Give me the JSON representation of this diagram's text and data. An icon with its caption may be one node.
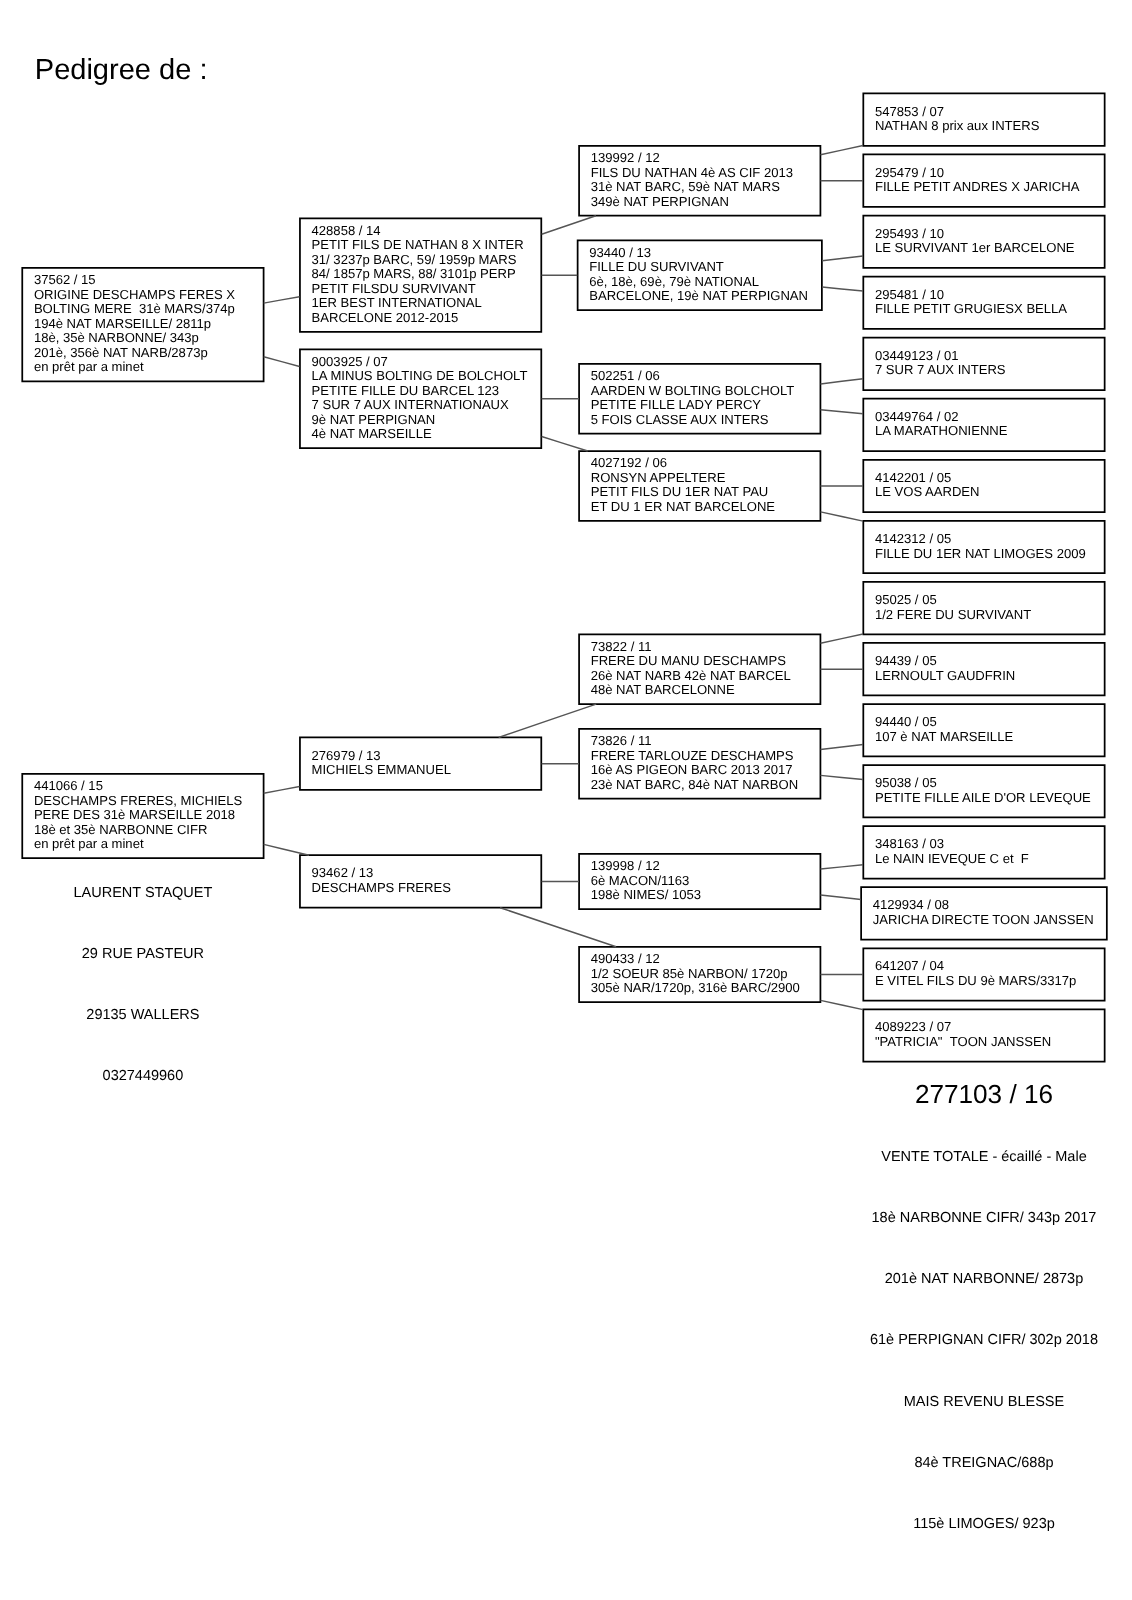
{
  "diagram": {
    "title": "Pedigree de :",
    "nodes": [
      {
        "text": [
          "441066 / 15",
          "DESCHAMPS FRERES, MICHIELS",
          "PERE DES 31è MARSEILLE 2018",
          "18è et 35è NARBONNE CIFR",
          "en prêt par a minet"
        ]
      },
      {
        "text": [
          "37562 / 15",
          "ORIGINE DESCHAMPS FERES X",
          "BOLTING MERE  31è MARS/374p",
          "194è NAT MARSEILLE/ 2811p",
          "18è, 35è NARBONNE/ 343p",
          "201è, 356è NAT NARB/2873p",
          "en prêt par a minet"
        ]
      },
      {
        "text": [
          "276979 / 13",
          "MICHIELS EMMANUEL"
        ]
      },
      {
        "text": [
          "93462 / 13",
          "DESCHAMPS FRERES"
        ]
      },
      {
        "text": [
          "428858 / 14",
          "PETIT FILS DE NATHAN 8 X INTER",
          "31/ 3237p BARC, 59/ 1959p MARS",
          "84/ 1857p MARS, 88/ 3101p PERP",
          "PETIT FILSDU SURVIVANT",
          "1ER BEST INTERNATIONAL",
          "BARCELONE 2012-2015"
        ]
      },
      {
        "text": [
          "9003925 / 07",
          "LA MINUS BOLTING DE BOLCHOLT",
          "PETITE FILLE DU BARCEL 123",
          "7 SUR 7 AUX INTERNATIONAUX",
          "9è NAT PERPIGNAN",
          "4è NAT MARSEILLE"
        ]
      },
      {
        "text": [
          "73822 / 11",
          "FRERE DU MANU DESCHAMPS",
          "26è NAT NARB 42è NAT BARCEL",
          "48è NAT BARCELONNE"
        ]
      },
      {
        "text": [
          "73826 / 11",
          "FRERE TARLOUZE DESCHAMPS",
          "16è AS PIGEON BARC 2013 2017",
          "23è NAT BARC, 84è NAT NARBON"
        ]
      },
      {
        "text": [
          "139998 / 12",
          "6è MACON/1163",
          "198è NIMES/ 1053"
        ]
      },
      {
        "text": [
          "490433 / 12",
          "1/2 SOEUR 85è NARBON/ 1720p",
          "305è NAR/1720p, 316è BARC/2900"
        ]
      },
      {
        "text": [
          "139992 / 12",
          "FILS DU NATHAN 4è AS CIF 2013",
          "31è NAT BARC, 59è NAT MARS",
          "349è NAT PERPIGNAN"
        ]
      },
      {
        "text": [
          "93440 / 13",
          "FILLE DU SURVIVANT",
          "6è, 18è, 69è, 79è NATIONAL",
          "BARCELONE, 19è NAT PERPIGNAN"
        ]
      },
      {
        "text": [
          "502251 / 06",
          "AARDEN W BOLTING BOLCHOLT",
          "PETITE FILLE LADY PERCY",
          "5 FOIS CLASSE AUX INTERS"
        ]
      },
      {
        "text": [
          "4027192 / 06",
          "RONSYN APPELTERE",
          "PETIT FILS DU 1ER NAT PAU",
          "ET DU 1 ER NAT BARCELONE"
        ]
      },
      {
        "text": [
          "95025 / 05",
          "1/2 FERE DU SURVIVANT"
        ]
      },
      {
        "text": [
          "94439 / 05",
          "LERNOULT GAUDFRIN"
        ]
      },
      {
        "text": [
          "94440 / 05",
          "107 è NAT MARSEILLE"
        ]
      },
      {
        "text": [
          "95038 / 05",
          "PETITE FILLE AILE D'OR LEVEQUE"
        ]
      },
      {
        "text": [
          "348163 / 03",
          "Le NAIN IEVEQUE C et  F"
        ]
      },
      {
        "text": [
          "4129934 / 08",
          "JARICHA DIRECTE TOON JANSSEN"
        ]
      },
      {
        "text": [
          "641207 / 04",
          "E VITEL FILS DU 9è MARS/3317p"
        ]
      },
      {
        "text": [
          "4089223 / 07",
          "\"PATRICIA\"  TOON JANSSEN"
        ]
      },
      {
        "text": [
          "547853 / 07",
          "NATHAN 8 prix aux INTERS"
        ]
      },
      {
        "text": [
          "295479 / 10",
          "FILLE PETIT ANDRES X JARICHA"
        ]
      },
      {
        "text": [
          "295493 / 10",
          "LE SURVIVANT 1er BARCELONE"
        ]
      },
      {
        "text": [
          "295481 / 10",
          "FILLE PETIT GRUGIESX BELLA"
        ]
      },
      {
        "text": [
          "03449123 / 01",
          "7 SUR 7 AUX INTERS"
        ]
      },
      {
        "text": [
          "03449764 / 02",
          "LA MARATHONIENNE"
        ]
      },
      {
        "text": [
          "4142201 / 05",
          "LE VOS AARDEN"
        ]
      },
      {
        "text": [
          "4142312 / 05",
          "FILLE DU 1ER NAT LIMOGES 2009"
        ]
      }
    ],
    "edges": [
      {
        "from": 0,
        "to": 2,
        "arrow": "none"
      },
      {
        "from": 0,
        "to": 3,
        "arrow": "none"
      },
      {
        "from": 1,
        "to": 4,
        "arrow": "none"
      },
      {
        "from": 1,
        "to": 5,
        "arrow": "none"
      },
      {
        "from": 2,
        "to": 6,
        "arrow": "none"
      },
      {
        "from": 2,
        "to": 7,
        "arrow": "none"
      },
      {
        "from": 3,
        "to": 8,
        "arrow": "none"
      },
      {
        "from": 3,
        "to": 9,
        "arrow": "none"
      },
      {
        "from": 4,
        "to": 10,
        "arrow": "none"
      },
      {
        "from": 4,
        "to": 11,
        "arrow": "none"
      },
      {
        "from": 5,
        "to": 12,
        "arrow": "none"
      },
      {
        "from": 5,
        "to": 13,
        "arrow": "none"
      },
      {
        "from": 6,
        "to": 14,
        "arrow": "none"
      },
      {
        "from": 6,
        "to": 15,
        "arrow": "none"
      },
      {
        "from": 7,
        "to": 16,
        "arrow": "none"
      },
      {
        "from": 7,
        "to": 17,
        "arrow": "none"
      },
      {
        "from": 8,
        "to": 18,
        "arrow": "none"
      },
      {
        "from": 8,
        "to": 19,
        "arrow": "none"
      },
      {
        "from": 9,
        "to": 20,
        "arrow": "none"
      },
      {
        "from": 9,
        "to": 21,
        "arrow": "none"
      },
      {
        "from": 10,
        "to": 22,
        "arrow": "none"
      },
      {
        "from": 10,
        "to": 23,
        "arrow": "none"
      },
      {
        "from": 11,
        "to": 24,
        "arrow": "none"
      },
      {
        "from": 11,
        "to": 25,
        "arrow": "none"
      },
      {
        "from": 12,
        "to": 26,
        "arrow": "none"
      },
      {
        "from": 12,
        "to": 27,
        "arrow": "none"
      },
      {
        "from": 13,
        "to": 28,
        "arrow": "none"
      },
      {
        "from": 13,
        "to": 29,
        "arrow": "none"
      }
    ],
    "labels": [
      "277103 / 16",
      "LAURENT STAQUET",
      "29 RUE PASTEUR",
      "29135 WALLERS",
      "0327449960",
      "VENTE TOTALE - écaillé - Male",
      "18è NARBONNE CIFR/ 343p 2017",
      "201è NAT NARBONNE/ 2873p",
      "61è PERPIGNAN CIFR/ 302p 2018",
      "MAIS REVENU BLESSE",
      "84è TREIGNAC/688p",
      "115è LIMOGES/ 923p"
    ]
  }
}
